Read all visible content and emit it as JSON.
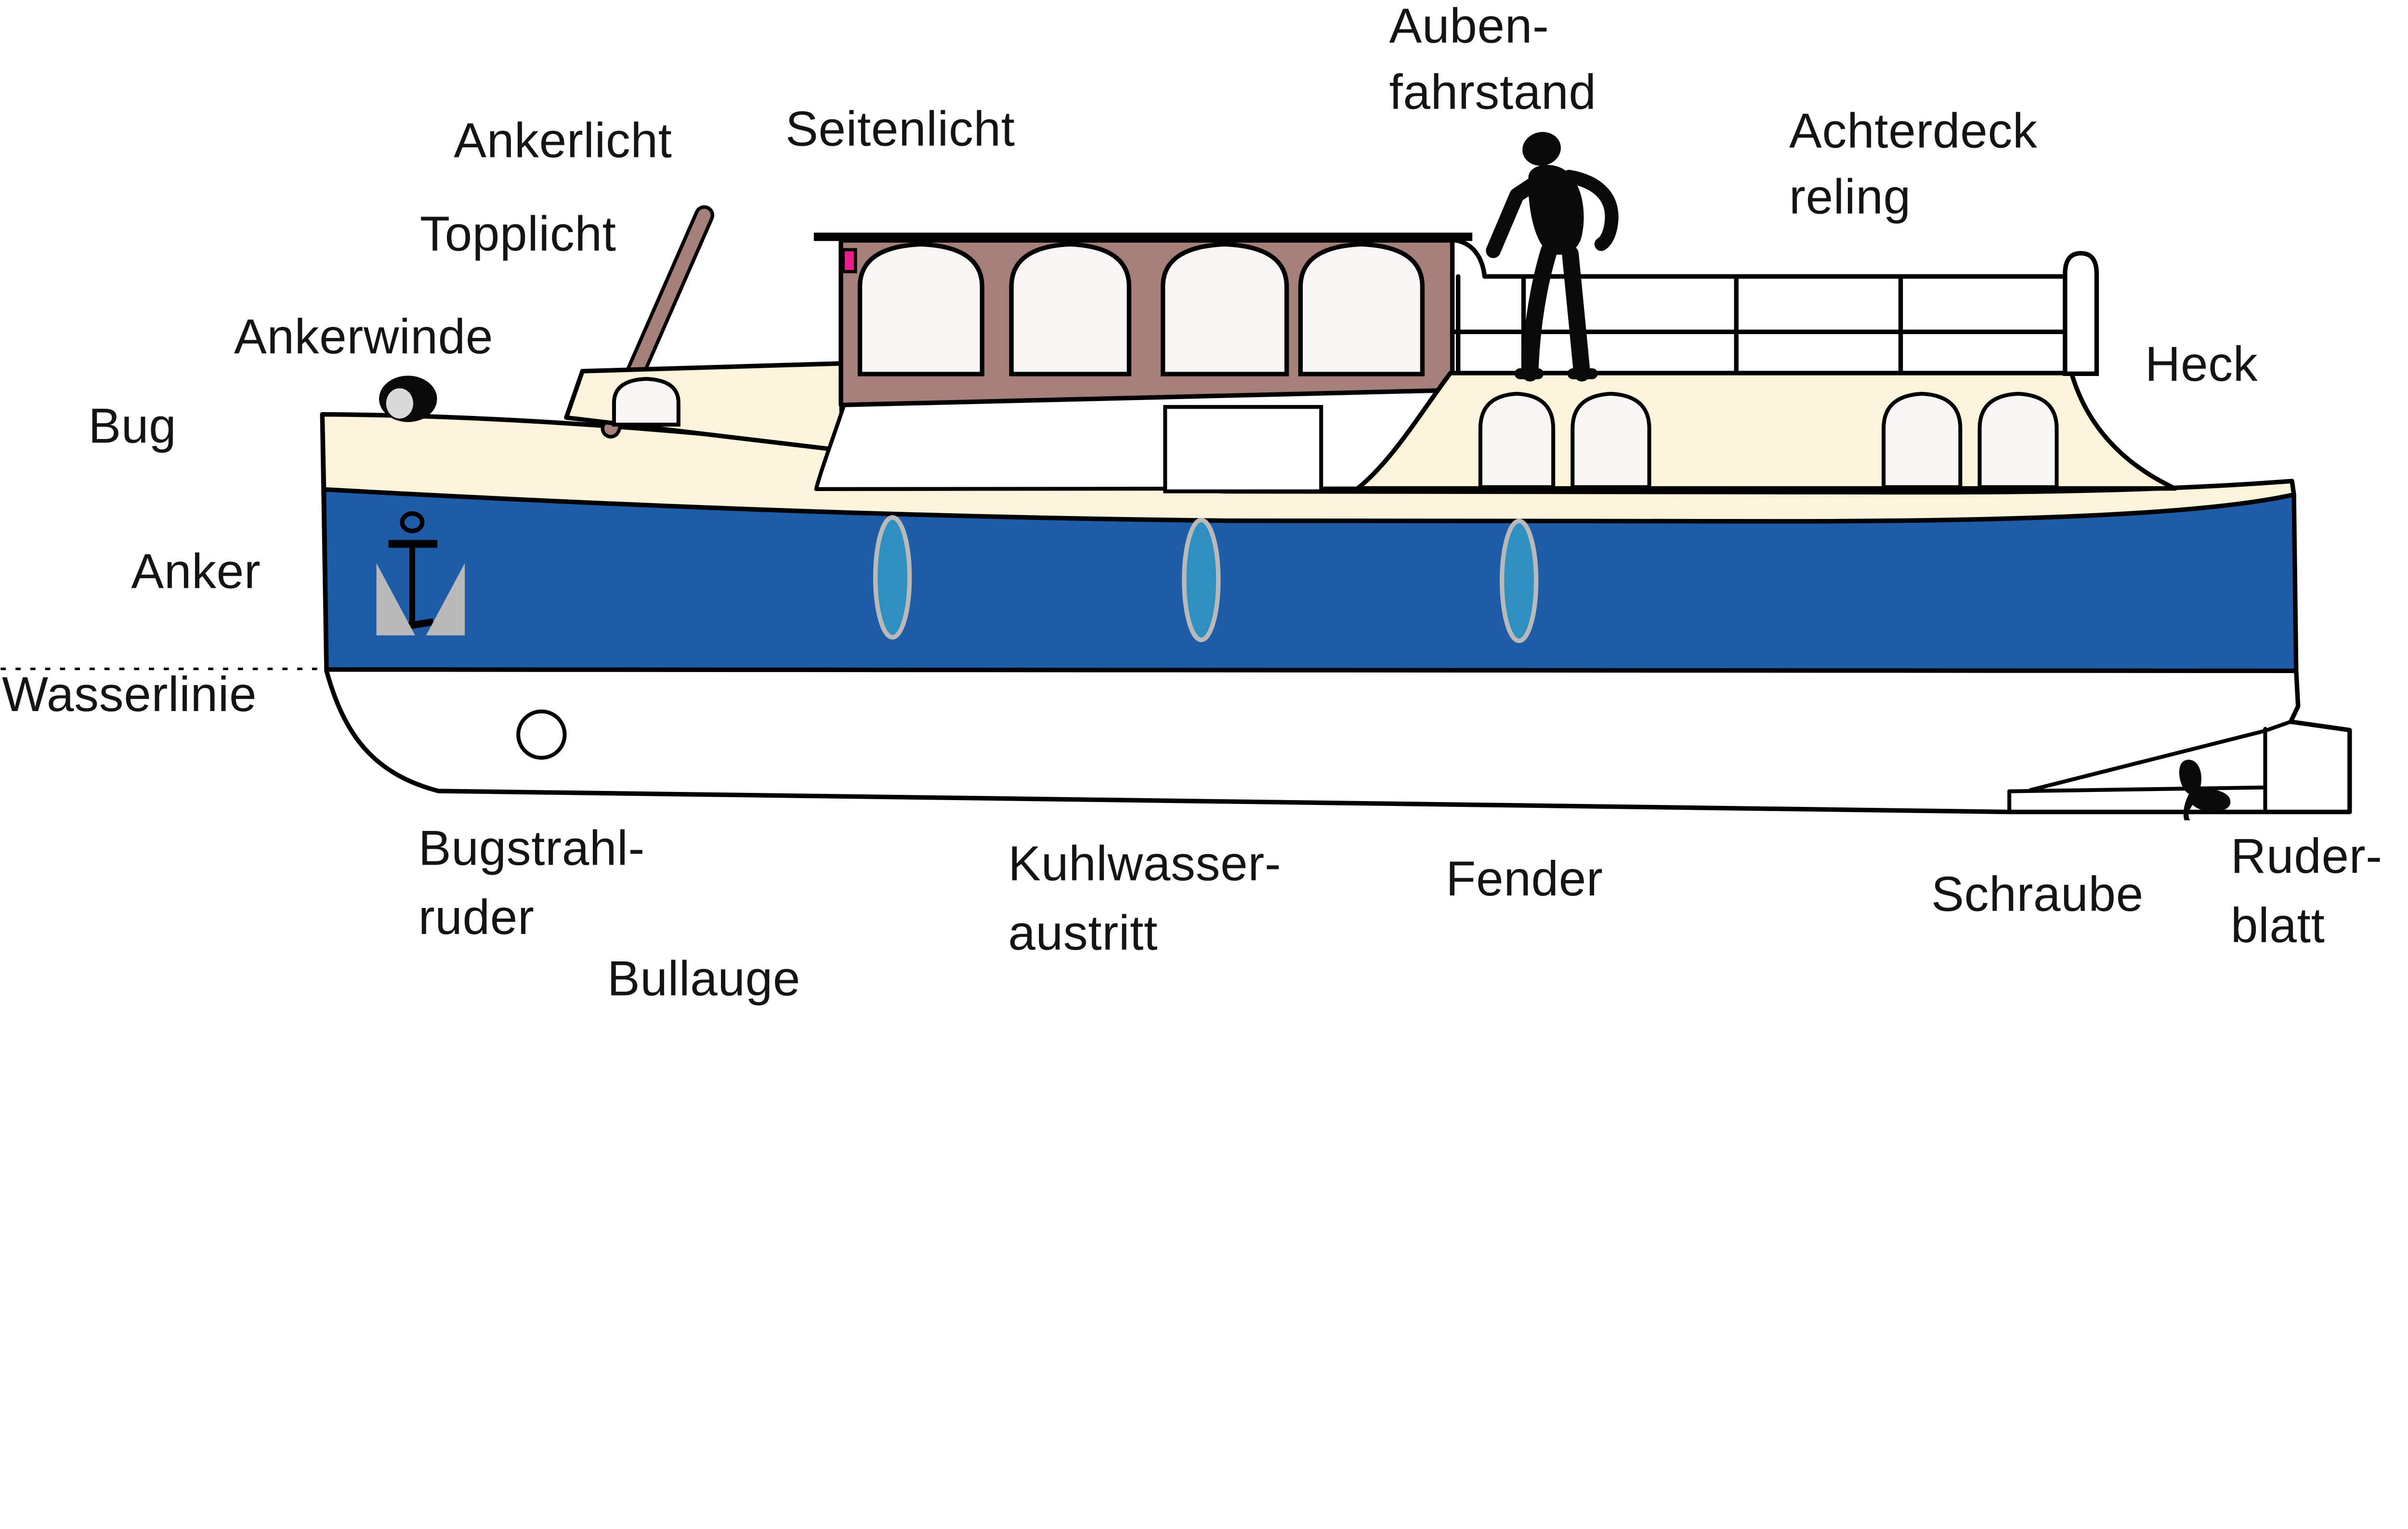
{
  "diagram": {
    "subject": "boat-side-view-labeled-parts"
  },
  "labels": {
    "aubenfahrstand": {
      "lines": [
        "Auben-",
        "fahrstand"
      ]
    },
    "ankerlicht": "Ankerlicht",
    "seitenlicht": "Seitenlicht",
    "achterdeckreling": {
      "lines": [
        "Achterdeck",
        "reling"
      ]
    },
    "topplicht": "Topplicht",
    "ankerwinde": "Ankerwinde",
    "bug": "Bug",
    "heck": "Heck",
    "anker": "Anker",
    "wasserlinie": "Wasserlinie",
    "bugstrahlruder": {
      "lines": [
        "Bugstrahl-",
        "ruder"
      ]
    },
    "bullauge": "Bullauge",
    "kuhlwasseraustritt": {
      "lines": [
        "Kuhlwasser-",
        "austritt"
      ]
    },
    "fender": "Fender",
    "schraube": "Schraube",
    "ruderblatt": {
      "lines": [
        "Ruder-",
        "blatt"
      ]
    }
  },
  "colors": {
    "background": "#ffffff",
    "hull_blue": "#1e5ca8",
    "cream": "#fbf3da",
    "cabin_mauve": "#a5807b",
    "window_white": "#f7f6f3",
    "fender_teal": "#2e8fc0",
    "fender_stroke_gray": "#b9b9b9",
    "side_light_pink": "#ec1e8d",
    "winch_gray": "#d9d9d9",
    "fluke_gray": "#b9b9b9",
    "hull_white": "#ffffff",
    "outline_black": "#000000"
  }
}
